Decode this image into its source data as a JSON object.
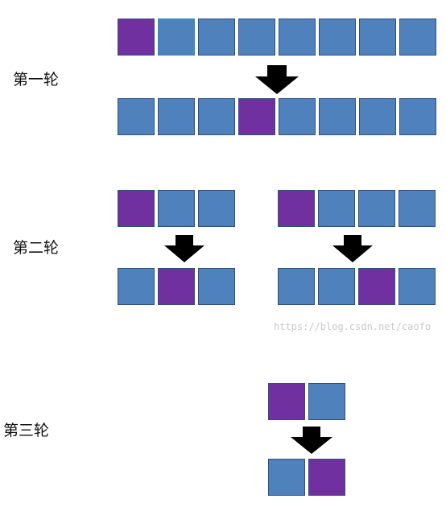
{
  "labels": {
    "round1": "第一轮",
    "round2": "第二轮",
    "round3": "第三轮"
  },
  "colors": {
    "cell": "#4f81bd",
    "highlight": "#7030a0",
    "outline_highlight": "#1f8fbf",
    "arrow": "#000000"
  },
  "rows": [
    {
      "id": "r1-top",
      "cells": [
        "highlight",
        "normal",
        "normal",
        "normal",
        "normal",
        "normal",
        "normal",
        "normal"
      ],
      "outlined_index": 1
    },
    {
      "id": "r1-bottom",
      "cells": [
        "normal",
        "normal",
        "normal",
        "highlight",
        "normal",
        "normal",
        "normal",
        "normal"
      ]
    },
    {
      "id": "r2-left-top",
      "cells": [
        "highlight",
        "normal",
        "normal"
      ]
    },
    {
      "id": "r2-left-bottom",
      "cells": [
        "normal",
        "highlight",
        "normal"
      ]
    },
    {
      "id": "r2-right-top",
      "cells": [
        "highlight",
        "normal",
        "normal",
        "normal"
      ]
    },
    {
      "id": "r2-right-bottom",
      "cells": [
        "normal",
        "normal",
        "highlight",
        "normal"
      ]
    },
    {
      "id": "r3-top",
      "cells": [
        "highlight",
        "normal"
      ]
    },
    {
      "id": "r3-bottom",
      "cells": [
        "normal",
        "highlight"
      ]
    }
  ],
  "watermark": "https://blog.csdn.net/caofo"
}
